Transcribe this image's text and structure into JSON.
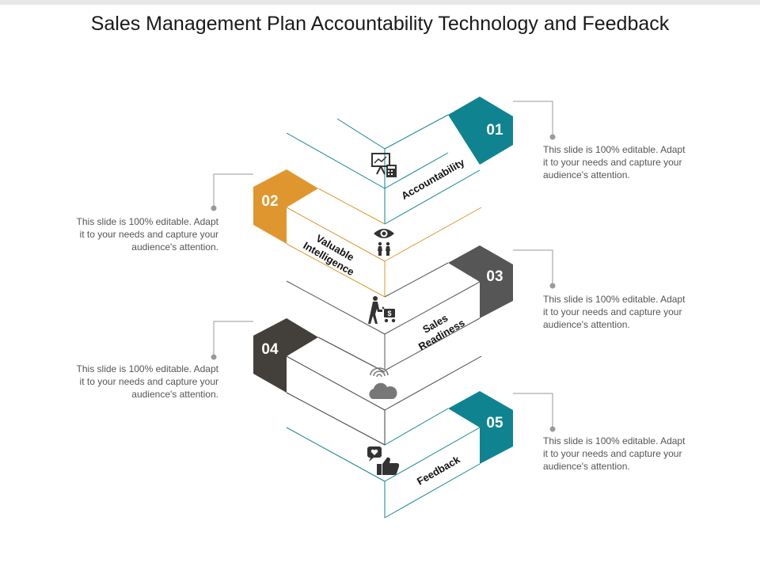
{
  "title": "Sales Management Plan Accountability Technology and Feedback",
  "colors": {
    "teal": "#0f8490",
    "orange": "#e0962e",
    "dark_gray": "#565656",
    "charcoal": "#433f3a",
    "light_line": "#9a9a9a"
  },
  "steps": [
    {
      "number": "01",
      "label": "Accountability",
      "label_lines": [
        "Accountability"
      ],
      "color": "#0f8490",
      "icon": "presentation-calculator-icon",
      "description": "This slide is 100% editable. Adapt it to your needs and capture your audience's attention.",
      "description_lines": [
        "This slide is 100% editable. Adapt",
        "it to your needs and capture your",
        "audience's attention."
      ]
    },
    {
      "number": "02",
      "label": "Valuable Intelligence",
      "label_lines": [
        "Valuable",
        "Intelligence"
      ],
      "color": "#e0962e",
      "icon": "eye-people-icon",
      "description": "This slide is 100% editable. Adapt it to your needs and capture your audience's attention.",
      "description_lines": [
        "This slide is 100% editable. Adapt",
        "it to your needs and capture your",
        "audience's attention."
      ]
    },
    {
      "number": "03",
      "label": "Sales Readiness",
      "label_lines": [
        "Sales",
        "Readiness"
      ],
      "color": "#565656",
      "icon": "person-cart-icon",
      "description": "This slide is 100% editable. Adapt it to your needs and capture your audience's attention.",
      "description_lines": [
        "This slide is 100% editable. Adapt",
        "it to your needs and capture your",
        "audience's attention."
      ]
    },
    {
      "number": "04",
      "label": "",
      "label_lines": [],
      "color": "#433f3a",
      "icon": "wifi-cloud-icon",
      "description": "This slide is 100% editable. Adapt it to your needs and capture your audience's attention.",
      "description_lines": [
        "This slide is 100% editable. Adapt",
        "it to your needs and capture your",
        "audience's attention."
      ]
    },
    {
      "number": "05",
      "label": "Feedback",
      "label_lines": [
        "Feedback"
      ],
      "color": "#0f8490",
      "icon": "chat-thumbs-up-icon",
      "description": "This slide is 100% editable. Adapt it to your needs and capture your audience's attention.",
      "description_lines": [
        "This slide is 100% editable. Adapt",
        "it to your needs and capture your",
        "audience's attention."
      ]
    }
  ]
}
